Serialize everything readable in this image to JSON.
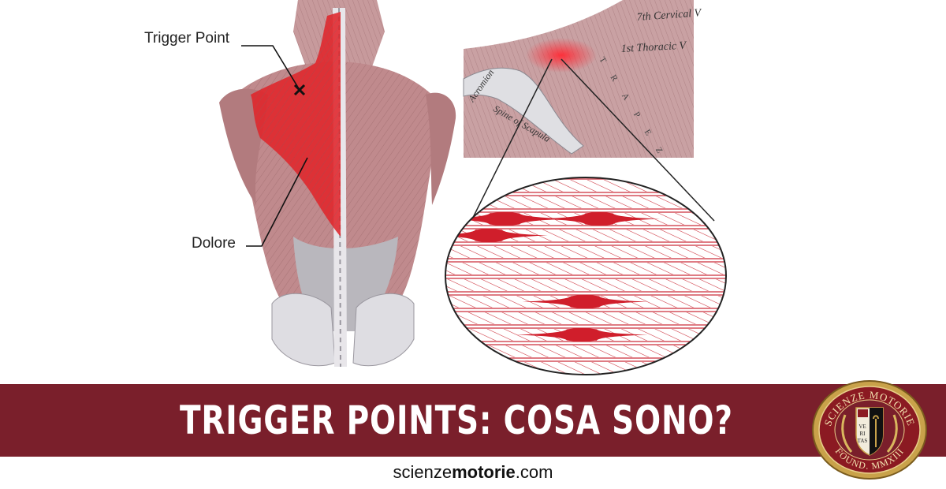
{
  "labels": {
    "trigger_point": "Trigger Point",
    "dolore": "Dolore"
  },
  "anatomy_text": {
    "cervical": "7th Cervical V",
    "thoracic": "1st Thoracic V",
    "acromion": "Acromion",
    "spine": "Spine of Scapula",
    "trapezius": "TRAPEZ"
  },
  "banner": {
    "title": "TRIGGER POINTS: COSA SONO?",
    "color": "#7a1f2b"
  },
  "website": {
    "prefix": "scienze",
    "bold": "motorie",
    "suffix": ".com"
  },
  "seal": {
    "top_text": "SCIENZE MOTORIE",
    "bottom_text": "FOUND. MMXIII",
    "shield_text": [
      "VE",
      "RI",
      "TAS"
    ],
    "gold": "#c9a24a",
    "red": "#8b1a22"
  },
  "colors": {
    "muscle": "#b98285",
    "highlight": "#e0242a",
    "fiber": "#cc2f3a"
  }
}
